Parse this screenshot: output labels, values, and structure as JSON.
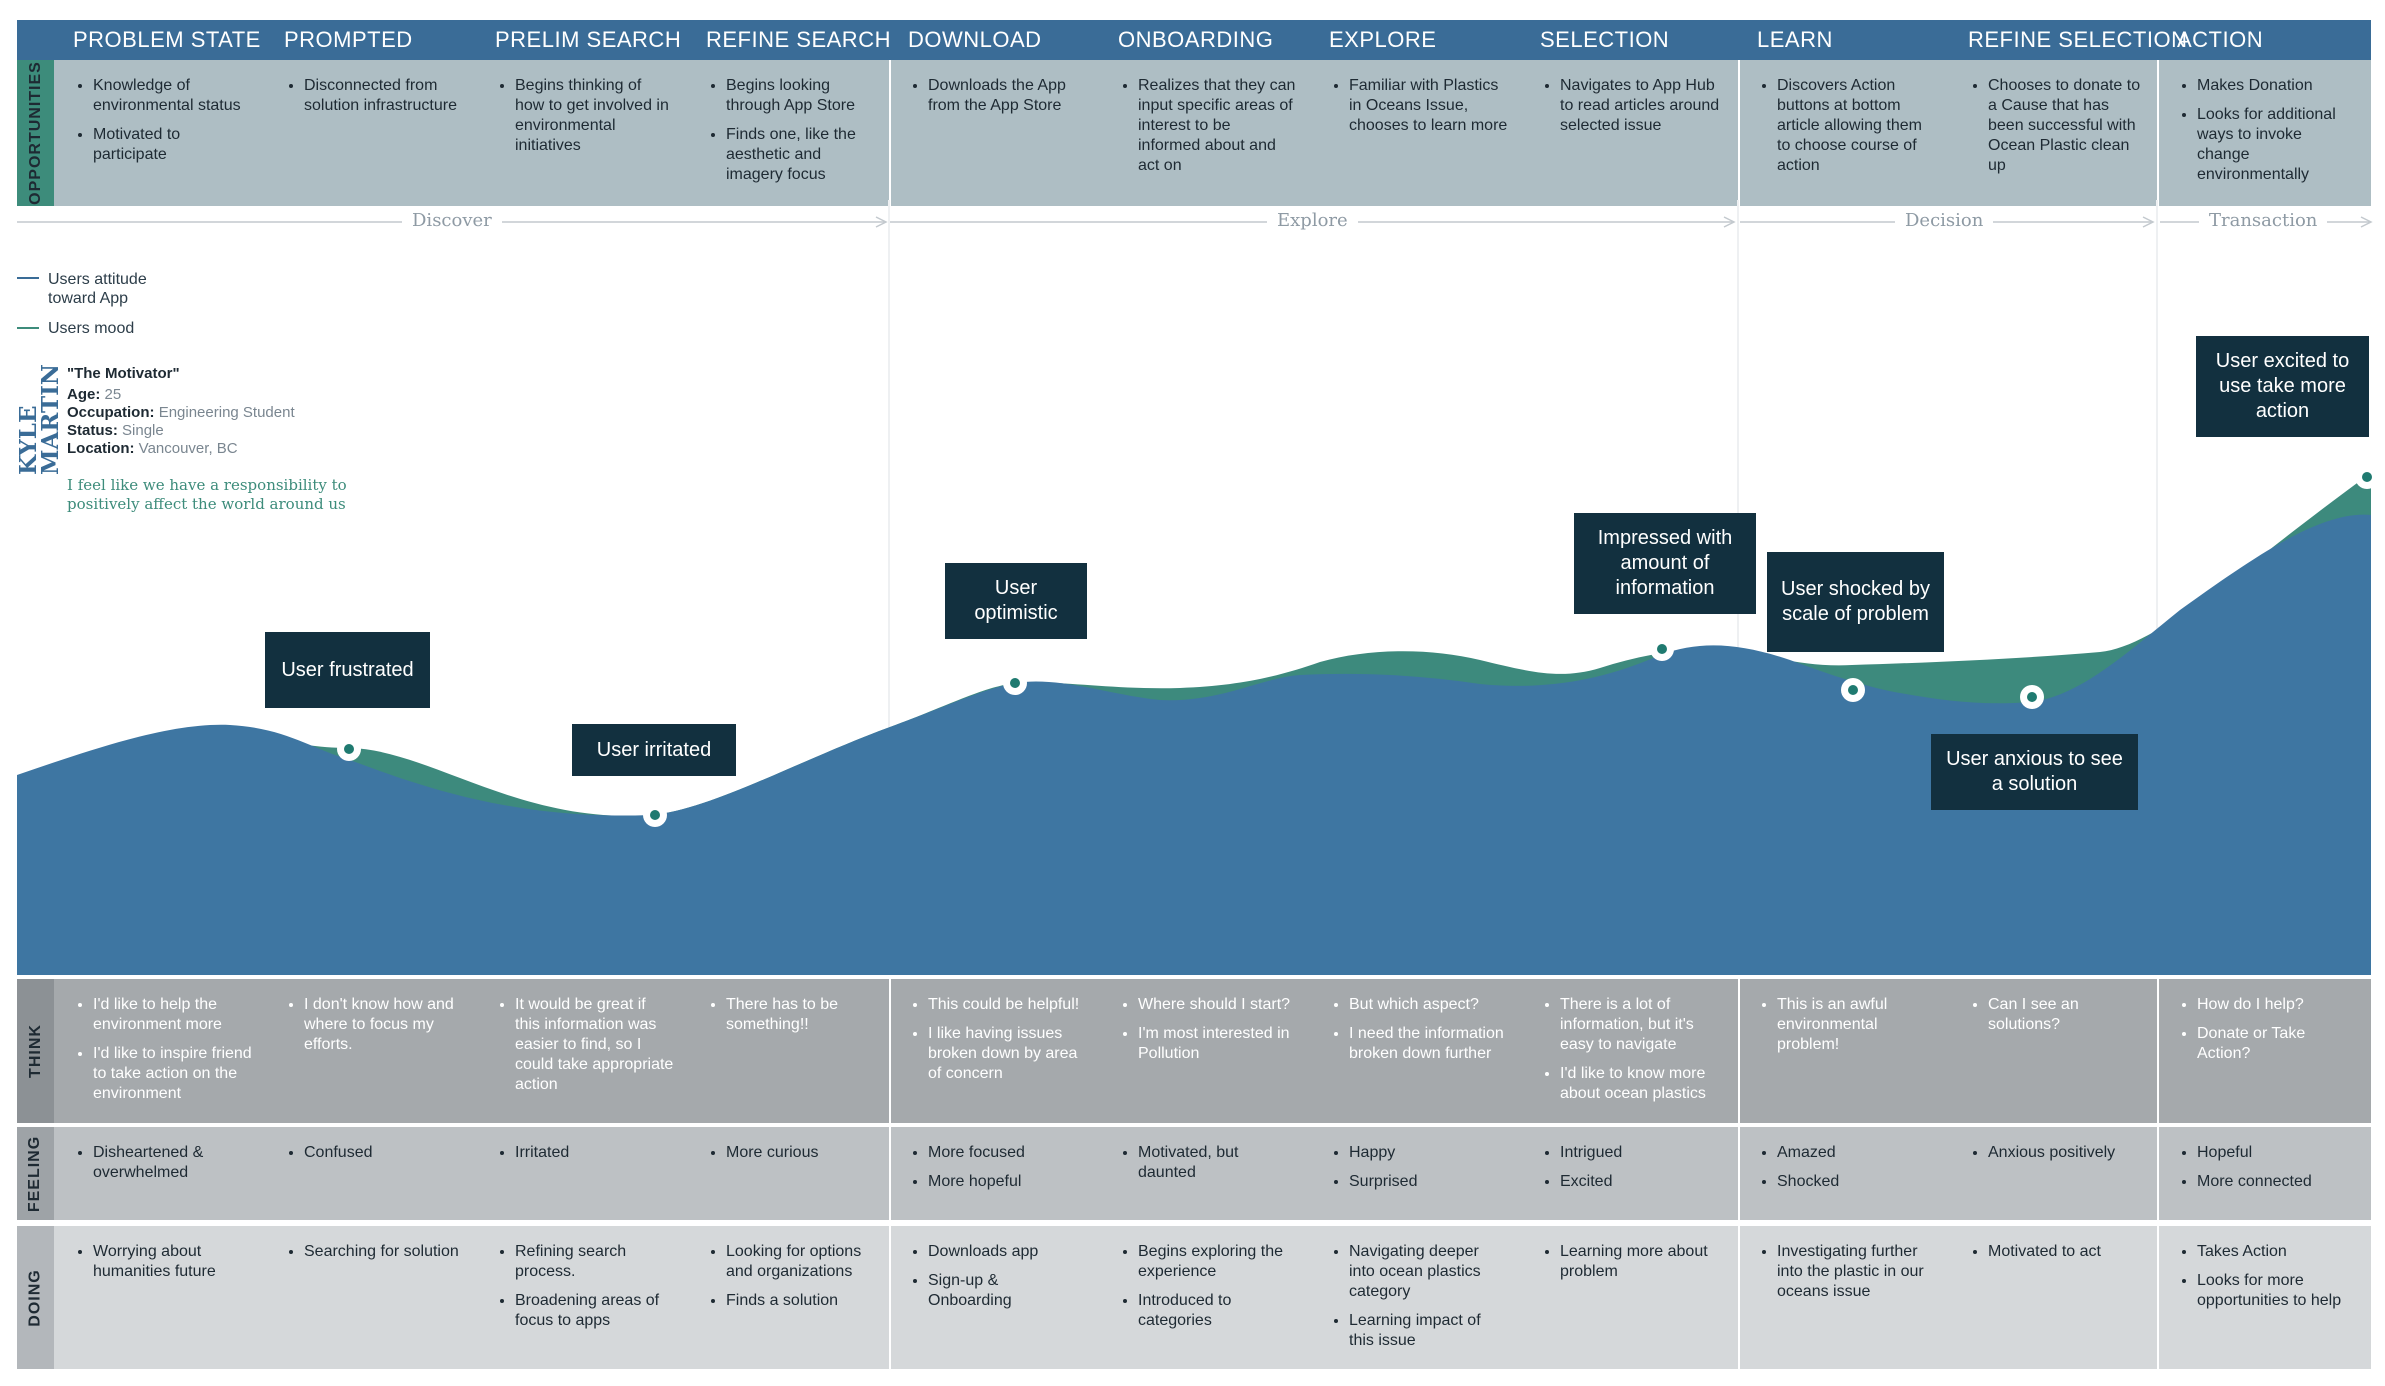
{
  "colors": {
    "header": "#3a6c97",
    "opportunities_band": "#aebec4",
    "opportunities_label": "#3d8c7b",
    "think_band": "#a5a9ac",
    "feeling_band": "#bdc1c4",
    "doing_band": "#d5d8da",
    "attitude_curve": "#4a7ca9",
    "mood_curve": "#3d8a7d",
    "callout": "#12303f",
    "quote": "#3d8c7b"
  },
  "stages": [
    "PROBLEM STATE",
    "PROMPTED",
    "PRELIM SEARCH",
    "REFINE SEARCH",
    "DOWNLOAD",
    "ONBOARDING",
    "EXPLORE",
    "SELECTION",
    "LEARN",
    "REFINE SELECTION",
    "ACTION"
  ],
  "phases": [
    "Discover",
    "Explore",
    "Decision",
    "Transaction"
  ],
  "bands": {
    "opportunities": {
      "label": "OPPORTUNITIES",
      "cells": [
        [
          "Knowledge of environmental status",
          "Motivated to participate"
        ],
        [
          "Disconnected from solution infrastructure"
        ],
        [
          "Begins thinking of how to get involved in environmental initiatives"
        ],
        [
          "Begins looking through App Store",
          "Finds one, like the aesthetic and imagery focus"
        ],
        [
          "Downloads the App from the App Store"
        ],
        [
          "Realizes that they can input specific areas of interest to be informed about and act on"
        ],
        [
          "Familiar with Plastics in Oceans Issue, chooses to learn more"
        ],
        [
          "Navigates to App Hub to read articles around selected issue"
        ],
        [
          "Discovers Action buttons at bottom article allowing them to choose course of action"
        ],
        [
          "Chooses to donate to a Cause that has been successful with Ocean Plastic clean up"
        ],
        [
          "Makes Donation",
          "Looks for additional ways to invoke change environmentally"
        ]
      ]
    },
    "think": {
      "label": "THINK",
      "cells": [
        [
          "I'd like to help the environment more",
          "I'd like to inspire friend to take action on the environment"
        ],
        [
          "I don't know how and where to focus my efforts."
        ],
        [
          "It would be great if this information was easier to find, so I could take appropriate action"
        ],
        [
          "There has to be something!!"
        ],
        [
          "This could be helpful!",
          "I like having issues broken down by area of concern"
        ],
        [
          "Where should I start?",
          "I'm most interested in Pollution"
        ],
        [
          "But which aspect?",
          "I need the information broken down further"
        ],
        [
          "There is a lot of information, but it's easy to navigate",
          "I'd like to know more about ocean plastics"
        ],
        [
          "This is an awful environmental problem!"
        ],
        [
          "Can I see an solutions?"
        ],
        [
          "How do I help?",
          "Donate or Take Action?"
        ]
      ]
    },
    "feeling": {
      "label": "FEELING",
      "cells": [
        [
          "Disheartened & overwhelmed"
        ],
        [
          "Confused"
        ],
        [
          "Irritated"
        ],
        [
          "More curious"
        ],
        [
          "More focused",
          "More hopeful"
        ],
        [
          "Motivated, but daunted"
        ],
        [
          "Happy",
          "Surprised"
        ],
        [
          "Intrigued",
          "Excited"
        ],
        [
          "Amazed",
          "Shocked"
        ],
        [
          "Anxious positively"
        ],
        [
          "Hopeful",
          "More connected"
        ]
      ]
    },
    "doing": {
      "label": "DOING",
      "cells": [
        [
          "Worrying about humanities future"
        ],
        [
          "Searching for solution"
        ],
        [
          "Refining search process.",
          "Broadening areas of focus to apps"
        ],
        [
          "Looking for options and organizations",
          "Finds a solution"
        ],
        [
          "Downloads app",
          "Sign-up & Onboarding"
        ],
        [
          "Begins exploring the experience",
          "Introduced to categories"
        ],
        [
          "Navigating deeper into ocean plastics category",
          "Learning impact of this issue"
        ],
        [
          "Learning more about problem"
        ],
        [
          "Investigating further into the plastic in our oceans issue"
        ],
        [
          "Motivated to act"
        ],
        [
          "Takes Action",
          "Looks for more opportunities to help"
        ]
      ]
    }
  },
  "legend": {
    "attitude": "Users attitude toward App",
    "mood": "Users mood"
  },
  "persona": {
    "name": "KYLE MARTIN",
    "nickname": "\"The Motivator\"",
    "age_label": "Age:",
    "age": "25",
    "occupation_label": "Occupation:",
    "occupation": "Engineering Student",
    "status_label": "Status:",
    "status": "Single",
    "location_label": "Location:",
    "location": "Vancouver, BC",
    "quote": "I feel like we have a responsibility to positively affect the world around us"
  },
  "callouts": [
    "User frustrated",
    "User irritated",
    "User optimistic",
    "Impressed with amount of information",
    "User shocked by scale of problem",
    "User anxious to see a solution",
    "User excited to use take more action"
  ]
}
